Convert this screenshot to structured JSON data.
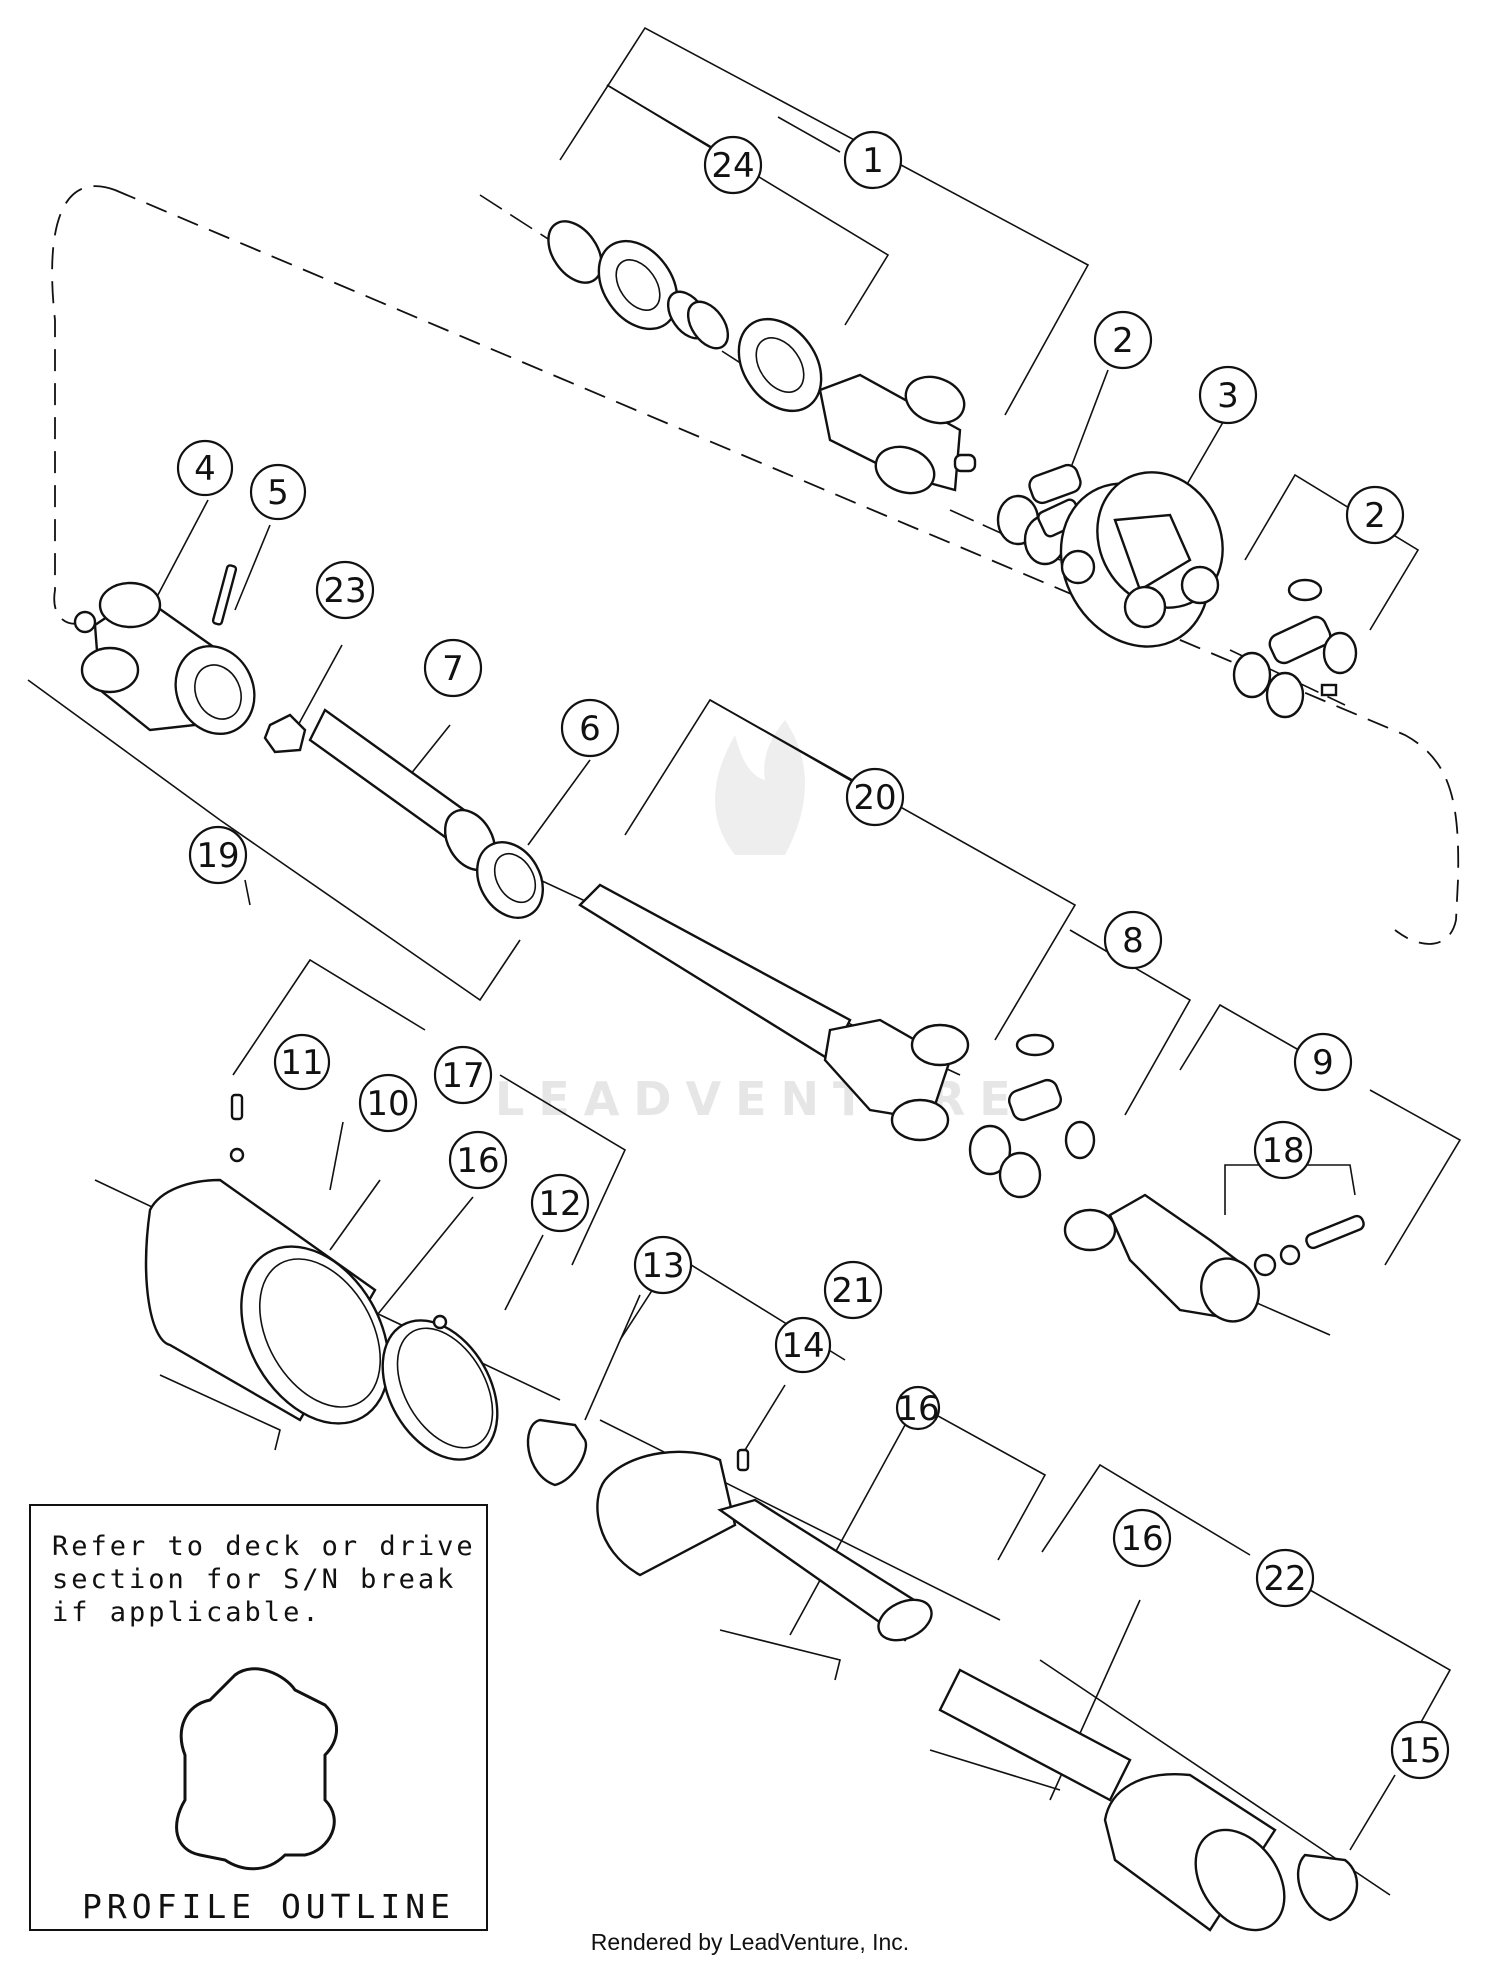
{
  "watermark": "LEADVENTURE",
  "note": {
    "lines": [
      "Refer to deck or drive",
      "section for S/N break",
      "if applicable."
    ],
    "profile_label": "PROFILE OUTLINE"
  },
  "footer": "Rendered by LeadVenture, Inc.",
  "callouts": [
    {
      "id": "1",
      "label": "1"
    },
    {
      "id": "24",
      "label": "24"
    },
    {
      "id": "2a",
      "label": "2"
    },
    {
      "id": "3",
      "label": "3"
    },
    {
      "id": "2b",
      "label": "2"
    },
    {
      "id": "4",
      "label": "4"
    },
    {
      "id": "5",
      "label": "5"
    },
    {
      "id": "23",
      "label": "23"
    },
    {
      "id": "7",
      "label": "7"
    },
    {
      "id": "6",
      "label": "6"
    },
    {
      "id": "20",
      "label": "20"
    },
    {
      "id": "19",
      "label": "19"
    },
    {
      "id": "8",
      "label": "8"
    },
    {
      "id": "9",
      "label": "9"
    },
    {
      "id": "11",
      "label": "11"
    },
    {
      "id": "17",
      "label": "17"
    },
    {
      "id": "10",
      "label": "10"
    },
    {
      "id": "16a",
      "label": "16"
    },
    {
      "id": "12",
      "label": "12"
    },
    {
      "id": "18",
      "label": "18"
    },
    {
      "id": "13",
      "label": "13"
    },
    {
      "id": "21",
      "label": "21"
    },
    {
      "id": "14",
      "label": "14"
    },
    {
      "id": "16b",
      "label": "16"
    },
    {
      "id": "16c",
      "label": "16"
    },
    {
      "id": "22",
      "label": "22"
    },
    {
      "id": "15",
      "label": "15"
    }
  ]
}
